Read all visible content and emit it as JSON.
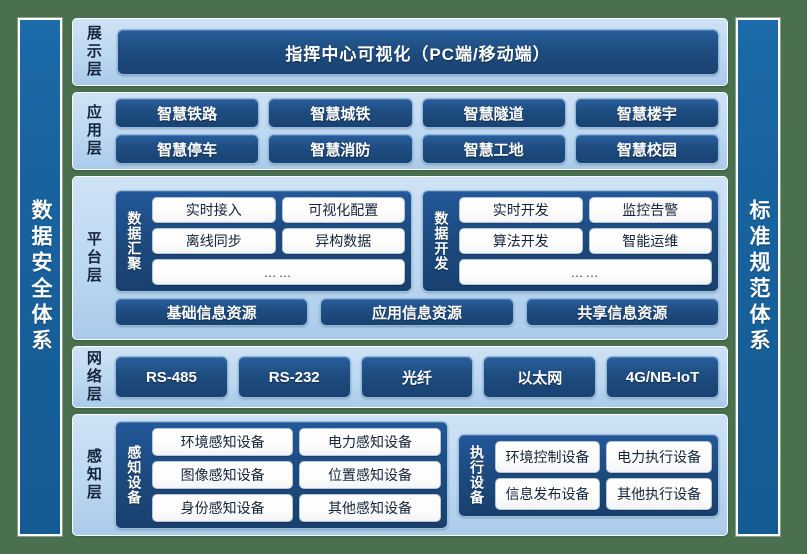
{
  "background_color": "#4a7050",
  "accent_dark": "#1f4e82",
  "accent_light": "#bcd8f2",
  "pillars": {
    "left": {
      "label": "数据安全体系",
      "name": "data-security-system"
    },
    "right": {
      "label": "标准规范体系",
      "name": "standard-specification-system"
    }
  },
  "layers": {
    "display": {
      "label": "展示层",
      "banner": "指挥中心可视化（PC端/移动端）"
    },
    "application": {
      "label": "应用层",
      "items": [
        "智慧铁路",
        "智慧城铁",
        "智慧隧道",
        "智慧楼宇",
        "智慧停车",
        "智慧消防",
        "智慧工地",
        "智慧校园"
      ]
    },
    "platform": {
      "label": "平台层",
      "groups": [
        {
          "label": "数据汇聚",
          "items": [
            "实时接入",
            "可视化配置",
            "离线同步",
            "异构数据"
          ],
          "more": "……"
        },
        {
          "label": "数据开发",
          "items": [
            "实时开发",
            "监控告警",
            "算法开发",
            "智能运维"
          ],
          "more": "……"
        }
      ],
      "resources": [
        "基础信息资源",
        "应用信息资源",
        "共享信息资源"
      ]
    },
    "network": {
      "label": "网络层",
      "items": [
        "RS-485",
        "RS-232",
        "光纤",
        "以太网",
        "4G/NB-IoT"
      ]
    },
    "sensing": {
      "label": "感知层",
      "groups": [
        {
          "label": "感知设备",
          "items": [
            "环境感知设备",
            "电力感知设备",
            "图像感知设备",
            "位置感知设备",
            "身份感知设备",
            "其他感知设备"
          ]
        },
        {
          "label": "执行设备",
          "items": [
            "环境控制设备",
            "电力执行设备",
            "信息发布设备",
            "其他执行设备"
          ]
        }
      ]
    }
  }
}
